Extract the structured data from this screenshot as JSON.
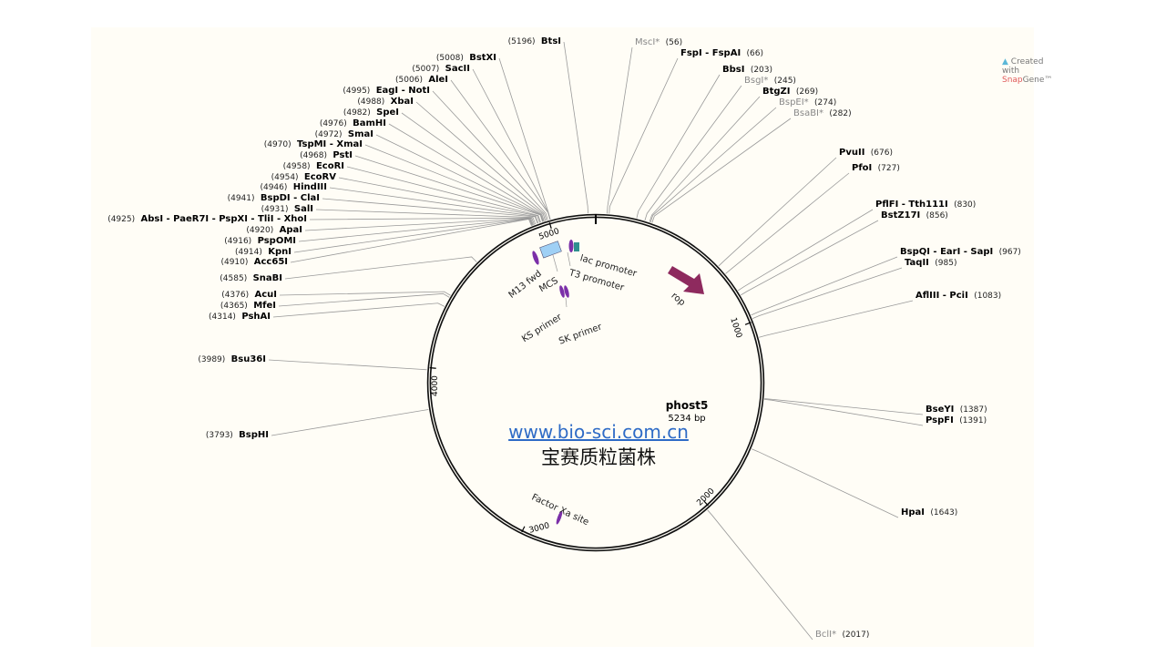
{
  "plasmid": {
    "name": "phost5",
    "length": "5234 bp",
    "length_bp": 5234
  },
  "watermark": {
    "url": "www.bio-sci.com.cn",
    "chinese": "宝赛质粒菌株"
  },
  "credit": {
    "prefix": "Created with ",
    "brand": "Snap",
    "suffix": "Gene™",
    "icon": "snapgene-logo-icon"
  },
  "ticks": [
    "1000",
    "2000",
    "3000",
    "4000",
    "5000"
  ],
  "features": [
    {
      "name": "M13 fwd",
      "color": "#7b2fa8"
    },
    {
      "name": "MCS",
      "color": "#9fd0f5"
    },
    {
      "name": "lac promoter",
      "color": "#2f8f8f"
    },
    {
      "name": "T3 promoter",
      "color": "#7b2fa8"
    },
    {
      "name": "KS primer",
      "color": "#7b2fa8"
    },
    {
      "name": "SK primer",
      "color": "#7b2fa8"
    },
    {
      "name": "rop",
      "color": "#8e2a5e"
    },
    {
      "name": "Factor Xa site",
      "color": "#7b2fa8"
    }
  ],
  "enzymes_left": [
    {
      "pos": "(5196)",
      "name": "BtsI",
      "bp": 5196
    },
    {
      "pos": "(5008)",
      "name": "BstXI",
      "bp": 5008
    },
    {
      "pos": "(5007)",
      "name": "SacII",
      "bp": 5007
    },
    {
      "pos": "(5006)",
      "name": "AleI",
      "bp": 5006
    },
    {
      "pos": "(4995)",
      "name": "EagI - NotI",
      "bp": 4995
    },
    {
      "pos": "(4988)",
      "name": "XbaI",
      "bp": 4988
    },
    {
      "pos": "(4982)",
      "name": "SpeI",
      "bp": 4982
    },
    {
      "pos": "(4976)",
      "name": "BamHI",
      "bp": 4976
    },
    {
      "pos": "(4972)",
      "name": "SmaI",
      "bp": 4972
    },
    {
      "pos": "(4970)",
      "name": "TspMI - XmaI",
      "bp": 4970
    },
    {
      "pos": "(4968)",
      "name": "PstI",
      "bp": 4968
    },
    {
      "pos": "(4958)",
      "name": "EcoRI",
      "bp": 4958
    },
    {
      "pos": "(4954)",
      "name": "EcoRV",
      "bp": 4954
    },
    {
      "pos": "(4946)",
      "name": "HindIII",
      "bp": 4946
    },
    {
      "pos": "(4941)",
      "name": "BspDI - ClaI",
      "bp": 4941
    },
    {
      "pos": "(4931)",
      "name": "SalI",
      "bp": 4931
    },
    {
      "pos": "(4925)",
      "name": "AbsI - PaeR7I - PspXI - TliI - XhoI",
      "bp": 4925
    },
    {
      "pos": "(4920)",
      "name": "ApaI",
      "bp": 4920
    },
    {
      "pos": "(4916)",
      "name": "PspOMI",
      "bp": 4916
    },
    {
      "pos": "(4914)",
      "name": "KpnI",
      "bp": 4914
    },
    {
      "pos": "(4910)",
      "name": "Acc65I",
      "bp": 4910
    },
    {
      "pos": "(4585)",
      "name": "SnaBI",
      "bp": 4585
    },
    {
      "pos": "(4376)",
      "name": "AcuI",
      "bp": 4376
    },
    {
      "pos": "(4365)",
      "name": "MfeI",
      "bp": 4365
    },
    {
      "pos": "(4314)",
      "name": "PshAI",
      "bp": 4314
    },
    {
      "pos": "(3989)",
      "name": "Bsu36I",
      "bp": 3989
    },
    {
      "pos": "(3793)",
      "name": "BspHI",
      "bp": 3793
    }
  ],
  "enzymes_right": [
    {
      "name": "MscI*",
      "pos": "(56)",
      "bp": 56,
      "dim": true
    },
    {
      "name": "FspI - FspAI",
      "pos": "(66)",
      "bp": 66
    },
    {
      "name": "BbsI",
      "pos": "(203)",
      "bp": 203
    },
    {
      "name": "BsgI*",
      "pos": "(245)",
      "bp": 245,
      "dim": true
    },
    {
      "name": "BtgZI",
      "pos": "(269)",
      "bp": 269
    },
    {
      "name": "BspEI*",
      "pos": "(274)",
      "bp": 274,
      "dim": true
    },
    {
      "name": "BsaBI*",
      "pos": "(282)",
      "bp": 282,
      "dim": true
    },
    {
      "name": "PvuII",
      "pos": "(676)",
      "bp": 676
    },
    {
      "name": "PfoI",
      "pos": "(727)",
      "bp": 727
    },
    {
      "name": "PflFI - Tth111I",
      "pos": "(830)",
      "bp": 830
    },
    {
      "name": "BstZ17I",
      "pos": "(856)",
      "bp": 856
    },
    {
      "name": "BspQI - EarI - SapI",
      "pos": "(967)",
      "bp": 967
    },
    {
      "name": "TaqII",
      "pos": "(985)",
      "bp": 985
    },
    {
      "name": "AflIII - PciI",
      "pos": "(1083)",
      "bp": 1083
    },
    {
      "name": "BseYI",
      "pos": "(1387)",
      "bp": 1387
    },
    {
      "name": "PspFI",
      "pos": "(1391)",
      "bp": 1391
    },
    {
      "name": "HpaI",
      "pos": "(1643)",
      "bp": 1643
    },
    {
      "name": "BclI*",
      "pos": "(2017)",
      "bp": 2017,
      "dim": true
    }
  ]
}
